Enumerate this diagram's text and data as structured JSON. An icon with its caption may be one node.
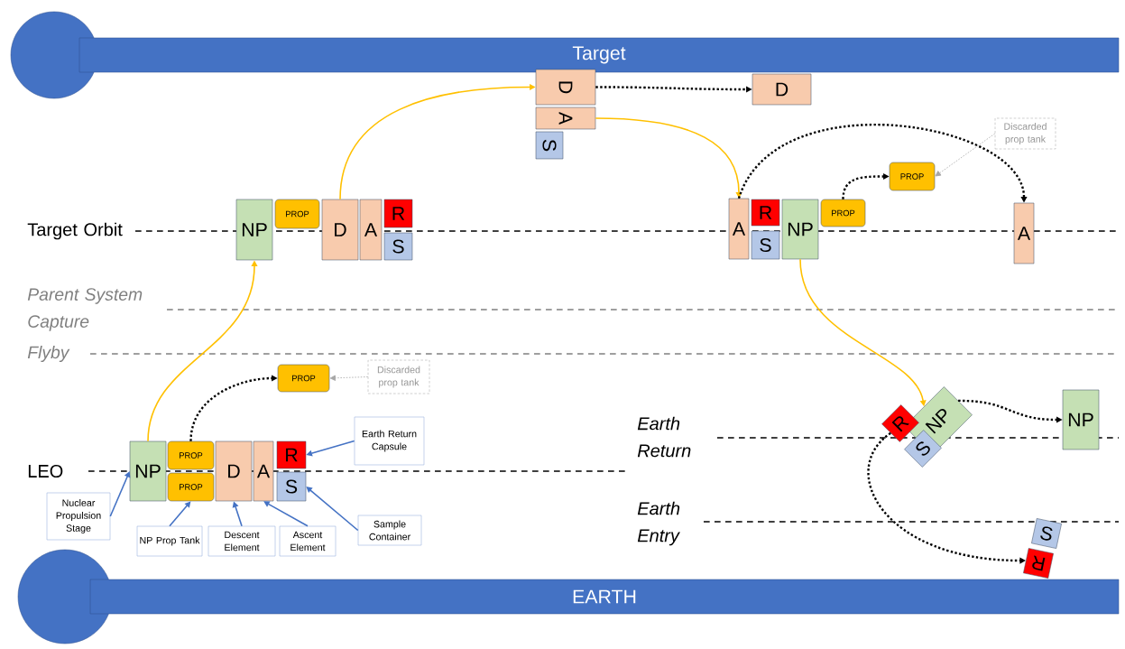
{
  "diagram": {
    "nodes": [
      {
        "text": [
          "Target"
        ]
      },
      {
        "text": [
          "EARTH"
        ]
      },
      {
        "text": [
          "NP"
        ]
      },
      {
        "text": [
          "PROP"
        ]
      },
      {
        "text": [
          "PROP"
        ]
      },
      {
        "text": [
          "D"
        ]
      },
      {
        "text": [
          "A"
        ]
      },
      {
        "text": [
          "R"
        ]
      },
      {
        "text": [
          "S"
        ]
      },
      {
        "text": [
          "PROP"
        ]
      },
      {
        "text": [
          "Discarded prop tank"
        ]
      },
      {
        "text": [
          "Nuclear Propulsion Stage"
        ]
      },
      {
        "text": [
          "NP Prop Tank"
        ]
      },
      {
        "text": [
          "Descent Element"
        ]
      },
      {
        "text": [
          "Ascent Element"
        ]
      },
      {
        "text": [
          "Earth Return Capsule"
        ]
      },
      {
        "text": [
          "Sample Container"
        ]
      },
      {
        "text": [
          "NP"
        ]
      },
      {
        "text": [
          "PROP"
        ]
      },
      {
        "text": [
          "D"
        ]
      },
      {
        "text": [
          "A"
        ]
      },
      {
        "text": [
          "R"
        ]
      },
      {
        "text": [
          "S"
        ]
      },
      {
        "text": [
          "D"
        ]
      },
      {
        "text": [
          "A"
        ]
      },
      {
        "text": [
          "S"
        ]
      },
      {
        "text": [
          "D"
        ]
      },
      {
        "text": [
          "A"
        ]
      },
      {
        "text": [
          "R"
        ]
      },
      {
        "text": [
          "S"
        ]
      },
      {
        "text": [
          "NP"
        ]
      },
      {
        "text": [
          "PROP"
        ]
      },
      {
        "text": [
          "PROP"
        ]
      },
      {
        "text": [
          "Discarded prop tank"
        ]
      },
      {
        "text": [
          "A"
        ]
      },
      {
        "text": [
          "NP"
        ]
      },
      {
        "text": [
          "R"
        ]
      },
      {
        "text": [
          "S"
        ]
      },
      {
        "text": [
          "NP"
        ]
      },
      {
        "text": [
          "S"
        ]
      },
      {
        "text": [
          "R"
        ]
      }
    ],
    "edges": [
      {
        "from": 2,
        "to": 17,
        "arrow": "to",
        "color": "#ffc000"
      },
      {
        "from": 19,
        "to": 23,
        "arrow": "to",
        "color": "#ffc000"
      },
      {
        "from": 24,
        "to": 27,
        "arrow": "to",
        "color": "#ffc000"
      },
      {
        "from": 30,
        "to": 35,
        "arrow": "to",
        "color": "#ffc000"
      },
      {
        "from": 3,
        "to": 9,
        "arrow": "to",
        "style": "dashed"
      },
      {
        "from": 23,
        "to": 26,
        "arrow": "to",
        "style": "dashed"
      },
      {
        "from": 27,
        "to": 34,
        "arrow": "to",
        "style": "dashed"
      },
      {
        "from": 31,
        "to": 32,
        "arrow": "to",
        "style": "dashed"
      },
      {
        "from": 35,
        "to": 38,
        "arrow": "to",
        "style": "dashed"
      },
      {
        "from": 36,
        "to": 40,
        "arrow": "to",
        "style": "dashed"
      },
      {
        "from": 10,
        "to": 9,
        "arrow": "to",
        "style": "dashed",
        "color": "#a6a6a6"
      },
      {
        "from": 33,
        "to": 32,
        "arrow": "to",
        "style": "dashed",
        "color": "#a6a6a6"
      },
      {
        "from": 11,
        "to": 2,
        "arrow": "to",
        "color": "#4472c4"
      },
      {
        "from": 12,
        "to": 4,
        "arrow": "to",
        "color": "#4472c4"
      },
      {
        "from": 13,
        "to": 5,
        "arrow": "to",
        "color": "#4472c4"
      },
      {
        "from": 14,
        "to": 6,
        "arrow": "to",
        "color": "#4472c4"
      },
      {
        "from": 15,
        "to": 7,
        "arrow": "to",
        "color": "#4472c4"
      },
      {
        "from": 16,
        "to": 8,
        "arrow": "to",
        "color": "#4472c4"
      }
    ],
    "labels": [
      "Target Orbit",
      "Parent System Capture",
      "Flyby",
      "LEO",
      "Earth Return",
      "Earth Entry"
    ]
  }
}
